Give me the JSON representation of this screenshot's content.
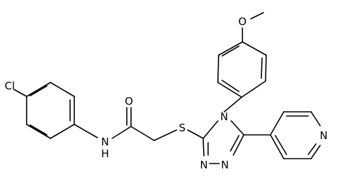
{
  "atom_labels": {
    "cl": "Cl",
    "nh": "N",
    "nh_h": "H",
    "o_carbonyl": "O",
    "s": "S",
    "o_methoxy": "O",
    "n4": "N",
    "n1": "N",
    "n2": "N",
    "n_pyridine": "N"
  },
  "colors": {
    "ink": "#000000",
    "background": "#ffffff"
  }
}
